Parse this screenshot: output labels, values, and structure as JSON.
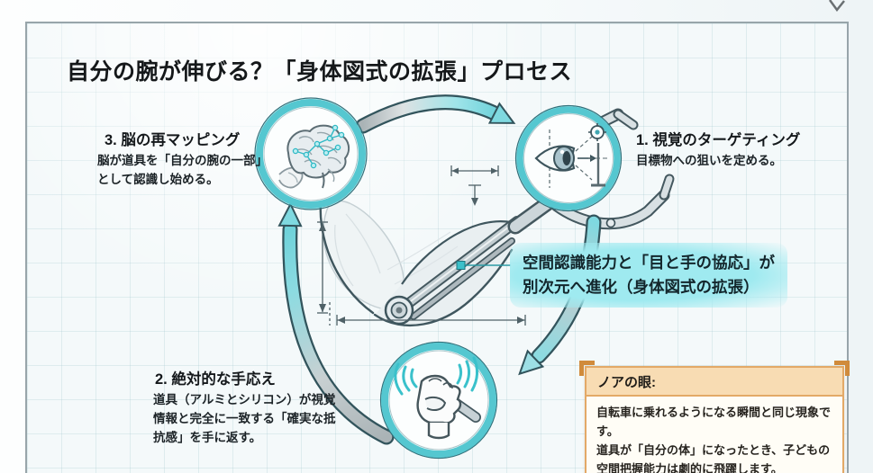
{
  "title": "自分の腕が伸びる？「身体図式の拡張」プロセス",
  "steps": [
    {
      "number": "1",
      "heading": "1. 視覚のターゲティング",
      "body": "目標物への狙いを定める。",
      "icon": "eye-targeting-icon"
    },
    {
      "number": "2",
      "heading": "2. 絶対的な手応え",
      "body": "道具（アルミとシリコン）が視覚\n情報と完全に一致する「確実な抵\n抗感」を手に返す。",
      "icon": "fist-grip-icon"
    },
    {
      "number": "3",
      "heading": "3. 脳の再マッピング",
      "body": "脳が道具を「自分の腕の一部」\nとして認識し始める。",
      "icon": "brain-remap-icon"
    }
  ],
  "highlight": {
    "text": "空間認識能力と「目と手の協応」が\n別次元へ進化（身体図式の拡張）"
  },
  "callout": {
    "title": "ノアの眼:",
    "body": "自転車に乗れるようになる瞬間と同じ現象です。\n道具が「自分の体」になったとき、子どもの\n空間把握能力は劇的に飛躍します。"
  },
  "colors": {
    "accent_teal": "#55c7d0",
    "arrow_gray": "#aab3b6",
    "highlight_cyan": "#9feaf0",
    "callout_border": "#e3a967",
    "callout_header_bg": "#f8dcb3",
    "callout_corner": "#d08b3c",
    "grid_line": "#b8d2d8",
    "text_dark": "#15181a"
  }
}
